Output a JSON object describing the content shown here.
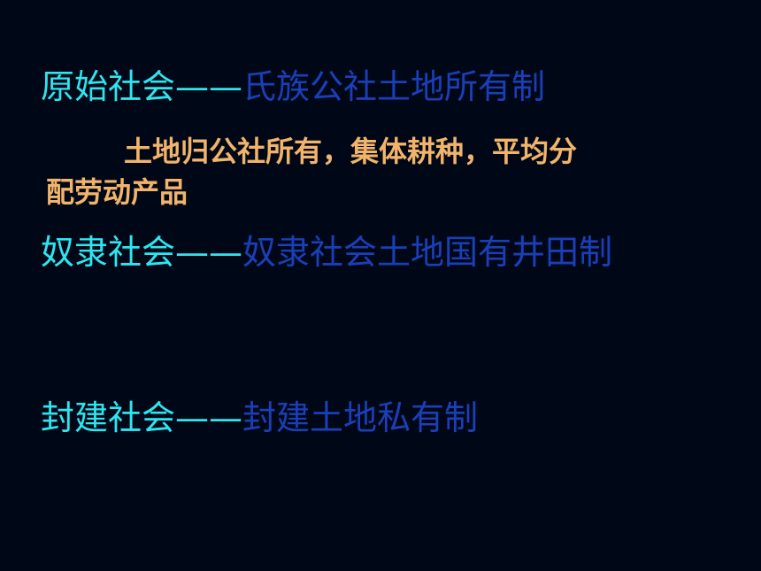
{
  "rows": [
    {
      "term": "原始社会——",
      "desc": "氏族公社土地所有制",
      "note_line1": "土地归公社所有，集体耕种，平均分",
      "note_line2": "配劳动产品"
    },
    {
      "term": "奴隶社会——",
      "desc": "奴隶社会土地国有井田制"
    },
    {
      "term": "封建社会——",
      "desc": "封建土地私有制"
    }
  ],
  "colors": {
    "background": "#000818",
    "term": "#2ee6f0",
    "desc": "#1a3fb8",
    "note": "#f2b46a"
  }
}
